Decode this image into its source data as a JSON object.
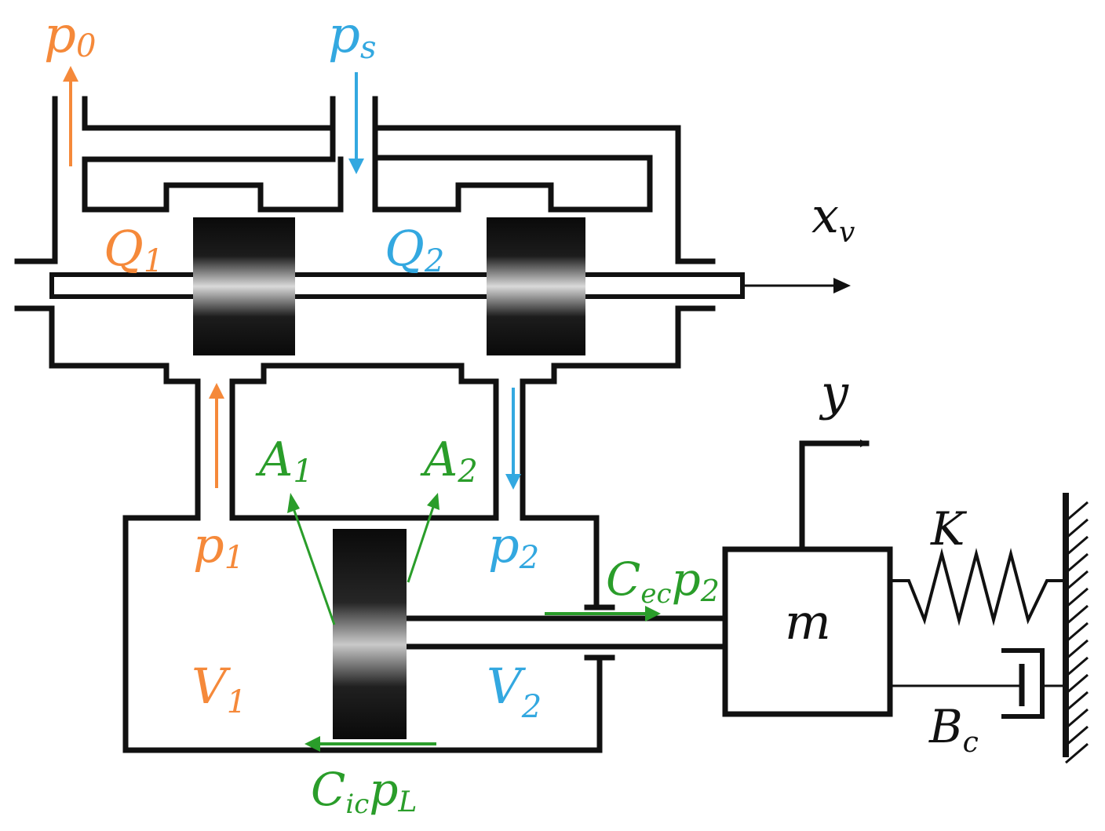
{
  "labels": {
    "p0": {
      "main": "p",
      "sub": "0"
    },
    "ps": {
      "main": "p",
      "sub": "s"
    },
    "xv": {
      "main": "x",
      "sub": "v"
    },
    "Q1": {
      "main": "Q",
      "sub": "1"
    },
    "Q2": {
      "main": "Q",
      "sub": "2"
    },
    "p1": {
      "main": "p",
      "sub": "1"
    },
    "p2": {
      "main": "p",
      "sub": "2"
    },
    "A1": {
      "main": "A",
      "sub": "1"
    },
    "A2": {
      "main": "A",
      "sub": "2"
    },
    "y": {
      "main": "y"
    },
    "K": {
      "main": "K"
    },
    "m": {
      "main": "m"
    },
    "V1": {
      "main": "V",
      "sub": "1"
    },
    "V2": {
      "main": "V",
      "sub": "2"
    },
    "Bc": {
      "main": "B",
      "sub": "c"
    },
    "Cec": {
      "main": "C",
      "sub": "ec",
      "main2": "p",
      "sub2": "2"
    },
    "Cic": {
      "main": "C",
      "sub": "ic",
      "main2": "p",
      "sub2": "L"
    }
  },
  "colors": {
    "orange": "#f5893a",
    "blue": "#33a8e0",
    "green": "#2a9d2a",
    "ink": "#111111"
  }
}
